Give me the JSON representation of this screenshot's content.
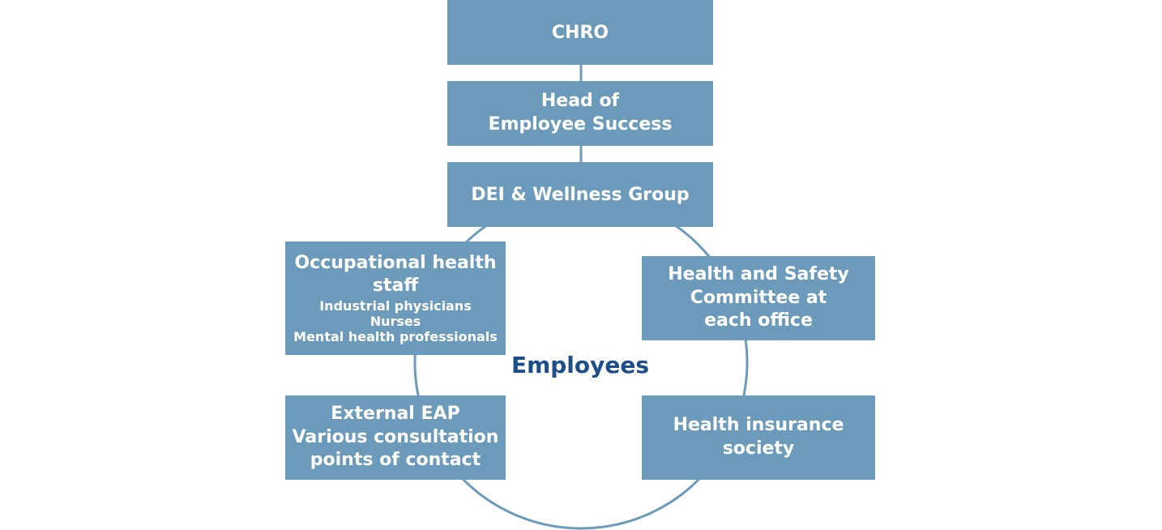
{
  "colors": {
    "box": "#6b9aba",
    "line": "#6b9aba",
    "center_text": "#1d4e8c"
  },
  "chro": {
    "label": "CHRO"
  },
  "head": {
    "line1": "Head of",
    "line2": "Employee Success"
  },
  "dei": {
    "label": "DEI & Wellness Group"
  },
  "occupational": {
    "title_line1": "Occupational health",
    "title_line2": "staff",
    "items": [
      "Industrial physicians",
      "Nurses",
      "Mental health professionals"
    ]
  },
  "committee": {
    "line1": "Health and Safety",
    "line2": "Committee at",
    "line3": "each office"
  },
  "eap": {
    "line1": "External EAP",
    "line2": "Various consultation",
    "line3": "points of contact"
  },
  "insurance": {
    "line1": "Health insurance",
    "line2": "society"
  },
  "center": {
    "label": "Employees"
  }
}
